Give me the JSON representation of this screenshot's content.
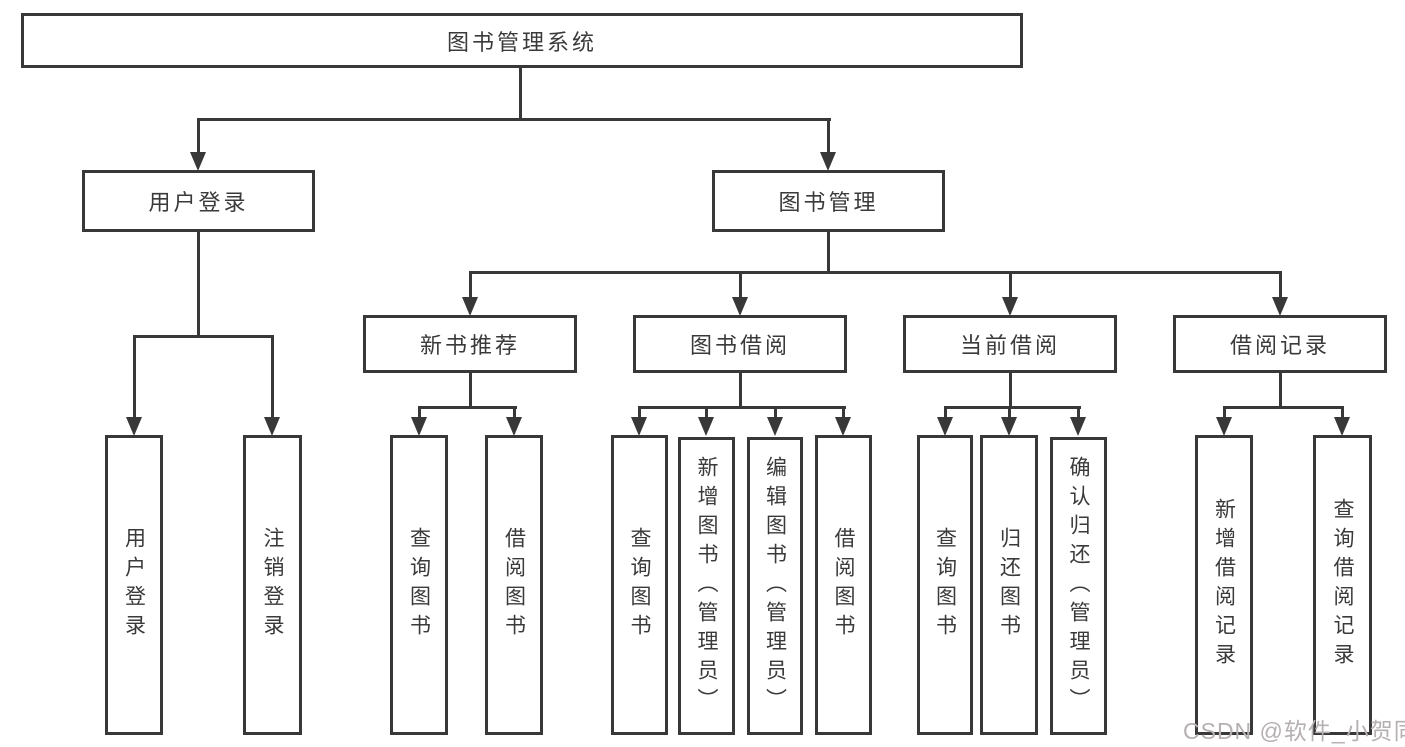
{
  "diagram": {
    "title_node": {
      "label": "图书管理系统"
    },
    "level2": [
      {
        "label": "用户登录"
      },
      {
        "label": "图书管理"
      }
    ],
    "level3": [
      {
        "label": "新书推荐",
        "parent": "图书管理"
      },
      {
        "label": "图书借阅",
        "parent": "图书管理"
      },
      {
        "label": "当前借阅",
        "parent": "图书管理"
      },
      {
        "label": "借阅记录",
        "parent": "图书管理"
      }
    ],
    "leaves": [
      {
        "label": "用户登录",
        "parent": "用户登录"
      },
      {
        "label": "注销登录",
        "parent": "用户登录"
      },
      {
        "label": "查询图书",
        "parent": "新书推荐"
      },
      {
        "label": "借阅图书",
        "parent": "新书推荐"
      },
      {
        "label": "查询图书",
        "parent": "图书借阅"
      },
      {
        "label": "新增图书（管理员）",
        "parent": "图书借阅"
      },
      {
        "label": "编辑图书（管理员）",
        "parent": "图书借阅"
      },
      {
        "label": "借阅图书",
        "parent": "图书借阅"
      },
      {
        "label": "查询图书",
        "parent": "当前借阅"
      },
      {
        "label": "归还图书",
        "parent": "当前借阅"
      },
      {
        "label": "确认归还（管理员）",
        "parent": "当前借阅"
      },
      {
        "label": "新增借阅记录",
        "parent": "借阅记录"
      },
      {
        "label": "查询借阅记录",
        "parent": "借阅记录"
      }
    ],
    "colors": {
      "line": "#383838",
      "text": "#3a3a3a",
      "background": "#ffffff"
    }
  },
  "watermark": {
    "text": "CSDN @软件_小贺同学",
    "color": "#b6b0b0"
  }
}
